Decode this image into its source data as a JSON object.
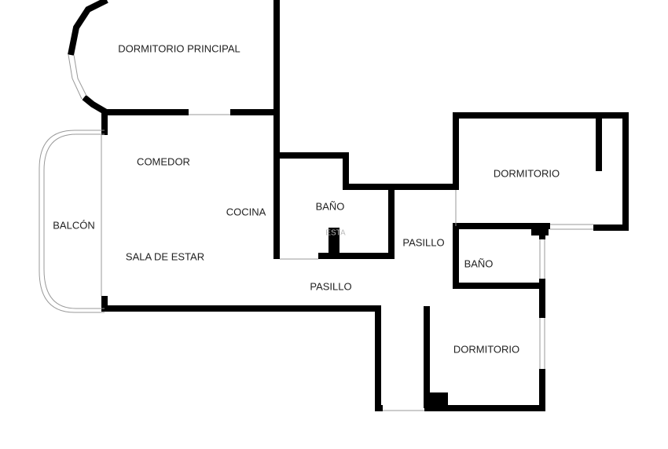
{
  "rooms": {
    "master_bedroom": "DORMITORIO PRINCIPAL",
    "dining": "COMEDOR",
    "kitchen": "COCINA",
    "living": "SALA DE ESTAR",
    "balcony": "BALCÓN",
    "bath1": "BAÑO",
    "bath1_note": "ESTA",
    "hall1": "PASILLO",
    "hall2": "PASILLO",
    "bedroom1": "DORMITORIO",
    "bath2": "BAÑO",
    "bedroom2": "DORMITORIO"
  },
  "colors": {
    "wall": "#000000",
    "window": "#9a9a9a",
    "background": "#ffffff"
  }
}
